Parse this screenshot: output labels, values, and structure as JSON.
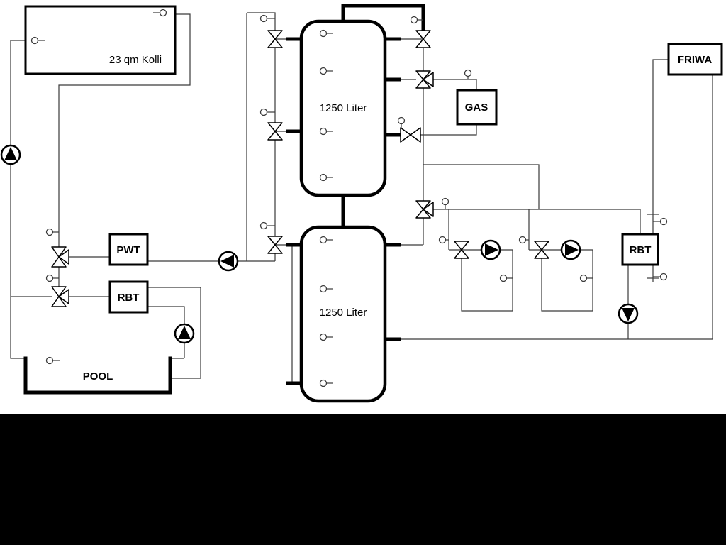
{
  "diagram": {
    "collector": {
      "label": "23 qm Kolli"
    },
    "tank_upper": {
      "label": "1250 Liter"
    },
    "tank_lower": {
      "label": "1250 Liter"
    },
    "pwt": {
      "label": "PWT"
    },
    "rbt_left": {
      "label": "RBT"
    },
    "rbt_right": {
      "label": "RBT"
    },
    "gas": {
      "label": "GAS"
    },
    "friwa": {
      "label": "FRIWA"
    },
    "pool": {
      "label": "POOL"
    },
    "colors": {
      "background": "#ffffff",
      "bottom_bar": "#000000",
      "line": "#3a3a3a",
      "outline": "#000000"
    }
  }
}
